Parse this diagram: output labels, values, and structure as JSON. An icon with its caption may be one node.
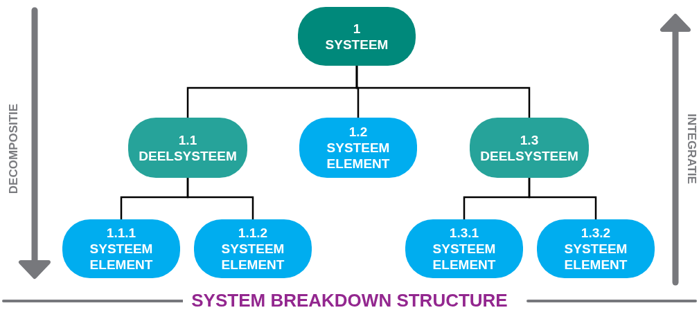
{
  "diagram": {
    "title": "SYSTEM BREAKDOWN STRUCTURE",
    "nodes": [
      {
        "text": [
          "1",
          "SYSTEEM"
        ]
      },
      {
        "text": [
          "1.1",
          "DEELSYSTEEM"
        ]
      },
      {
        "text": [
          "1.2",
          "SYSTEEM ELEMENT"
        ]
      },
      {
        "text": [
          "1.3",
          "DEELSYSTEEM"
        ]
      },
      {
        "text": [
          "1.1.1",
          "SYSTEEM ELEMENT"
        ]
      },
      {
        "text": [
          "1.1.2",
          "SYSTEEM ELEMENT"
        ]
      },
      {
        "text": [
          "1.3.1",
          "SYSTEEM ELEMENT"
        ]
      },
      {
        "text": [
          "1.3.2",
          "SYSTEEM ELEMENT"
        ]
      }
    ],
    "edges": [
      {
        "from": 0,
        "to": 1,
        "arrow": "none"
      },
      {
        "from": 0,
        "to": 2,
        "arrow": "none"
      },
      {
        "from": 0,
        "to": 3,
        "arrow": "none"
      },
      {
        "from": 1,
        "to": 4,
        "arrow": "none"
      },
      {
        "from": 1,
        "to": 5,
        "arrow": "none"
      },
      {
        "from": 3,
        "to": 6,
        "arrow": "none"
      },
      {
        "from": 3,
        "to": 7,
        "arrow": "none"
      }
    ],
    "labels": [
      "DECOMPOSITIE",
      "INTEGRATIE"
    ]
  }
}
